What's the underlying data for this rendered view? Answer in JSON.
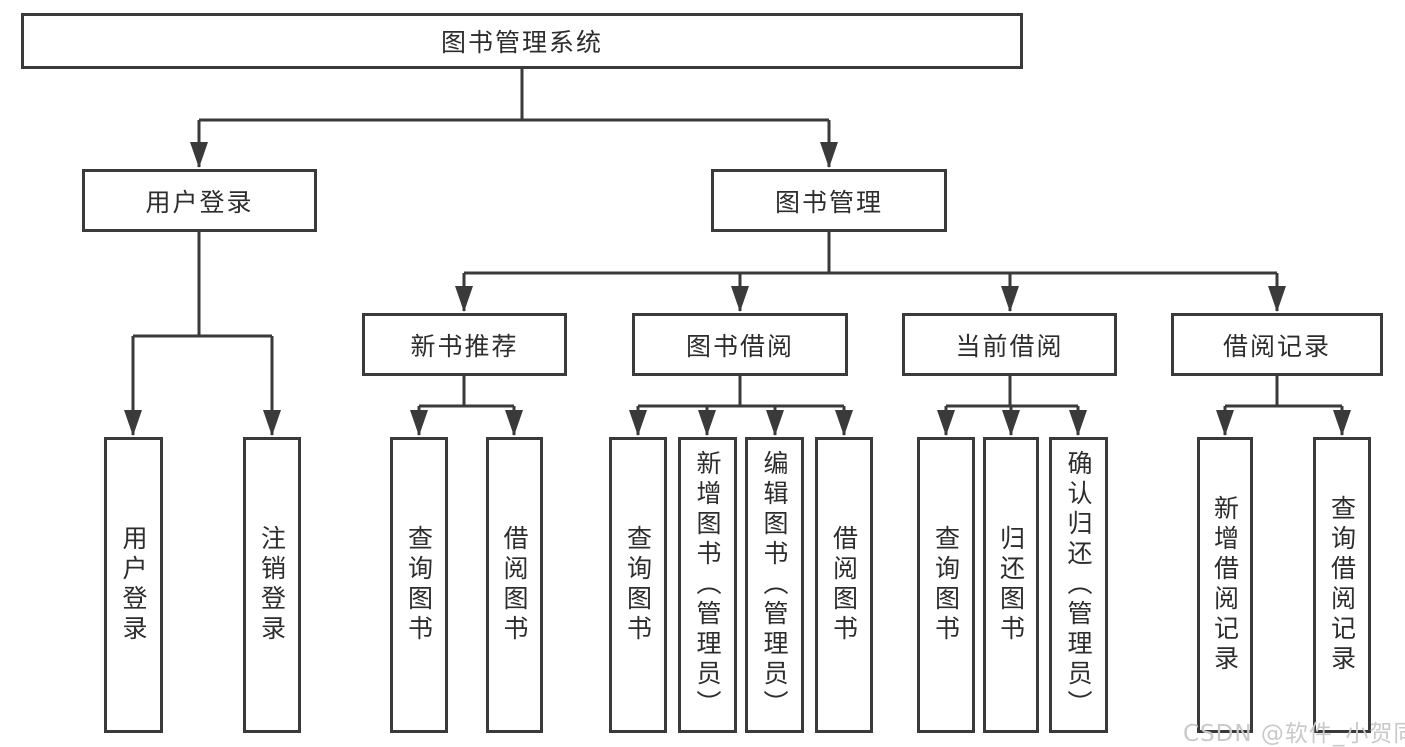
{
  "diagram": {
    "type": "tree",
    "title": "图书管理系统",
    "structure": {
      "root": "图书管理系统",
      "children": [
        {
          "label": "用户登录",
          "children": [
            "用户登录",
            "注销登录"
          ]
        },
        {
          "label": "图书管理",
          "children": [
            {
              "label": "新书推荐",
              "children": [
                "查询图书",
                "借阅图书"
              ]
            },
            {
              "label": "图书借阅",
              "children": [
                "查询图书",
                "新增图书（管理员）",
                "编辑图书（管理员）",
                "借阅图书"
              ]
            },
            {
              "label": "当前借阅",
              "children": [
                "查询图书",
                "归还图书",
                "确认归还（管理员）"
              ]
            },
            {
              "label": "借阅记录",
              "children": [
                "新增借阅记录",
                "查询借阅记录"
              ]
            }
          ]
        }
      ]
    }
  },
  "nodes": {
    "root": {
      "label": "图书管理系统"
    },
    "user_login": {
      "label": "用户登录"
    },
    "book_mgmt": {
      "label": "图书管理"
    },
    "new_books": {
      "label": "新书推荐"
    },
    "book_borrow": {
      "label": "图书借阅"
    },
    "current_borrow": {
      "label": "当前借阅"
    },
    "borrow_records": {
      "label": "借阅记录"
    },
    "leaf_user_login": {
      "label": "用户登录"
    },
    "leaf_logout": {
      "label": "注销登录"
    },
    "leaf_nb_query": {
      "label": "查询图书"
    },
    "leaf_nb_borrow": {
      "label": "借阅图书"
    },
    "leaf_bb_query": {
      "label": "查询图书"
    },
    "leaf_bb_add": {
      "label": "新增图书（管理员）"
    },
    "leaf_bb_edit": {
      "label": "编辑图书（管理员）"
    },
    "leaf_bb_borrow": {
      "label": "借阅图书"
    },
    "leaf_cb_query": {
      "label": "查询图书"
    },
    "leaf_cb_return": {
      "label": "归还图书"
    },
    "leaf_cb_confirm": {
      "label": "确认归还（管理员）"
    },
    "leaf_br_add": {
      "label": "新增借阅记录"
    },
    "leaf_br_query": {
      "label": "查询借阅记录"
    }
  },
  "watermark": "CSDN @软件_小贺同学",
  "colors": {
    "line": "#3a3a3a",
    "text": "#2d2d2d",
    "background": "#ffffff",
    "watermark": "#c9c9c9"
  }
}
